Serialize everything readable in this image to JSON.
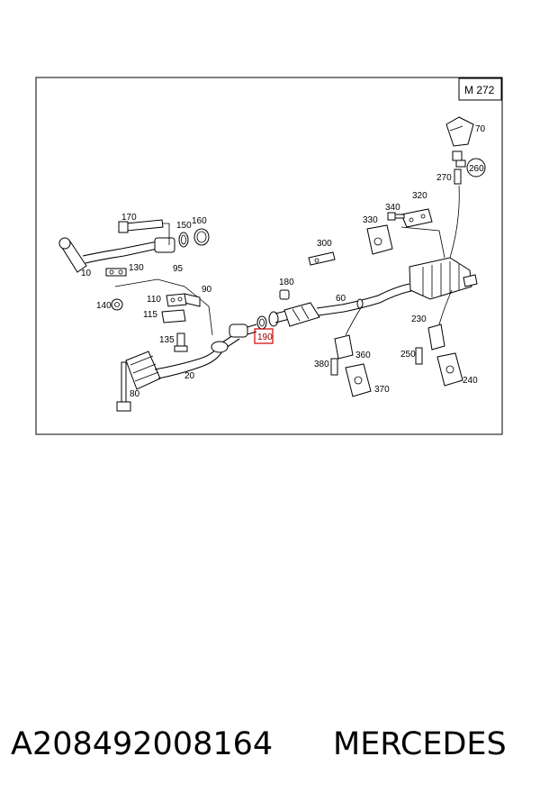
{
  "diagram": {
    "frame_tag": "M 272",
    "labels": {
      "p10": "10",
      "p20": "20",
      "p60": "60",
      "p70": "70",
      "p80": "80",
      "p90": "90",
      "p95": "95",
      "p110": "110",
      "p115": "115",
      "p130": "130",
      "p135": "135",
      "p140": "140",
      "p150": "150",
      "p160": "160",
      "p170": "170",
      "p180": "180",
      "p190": "190",
      "p230": "230",
      "p240": "240",
      "p250": "250",
      "p260": "260",
      "p270": "270",
      "p300": "300",
      "p320": "320",
      "p330": "330",
      "p340": "340",
      "p360": "360",
      "p370": "370",
      "p380": "380"
    },
    "highlighted_part": "190",
    "highlight_color": "#cc0000"
  },
  "footer": {
    "part_number": "A208492008164",
    "brand": "MERCEDES"
  }
}
